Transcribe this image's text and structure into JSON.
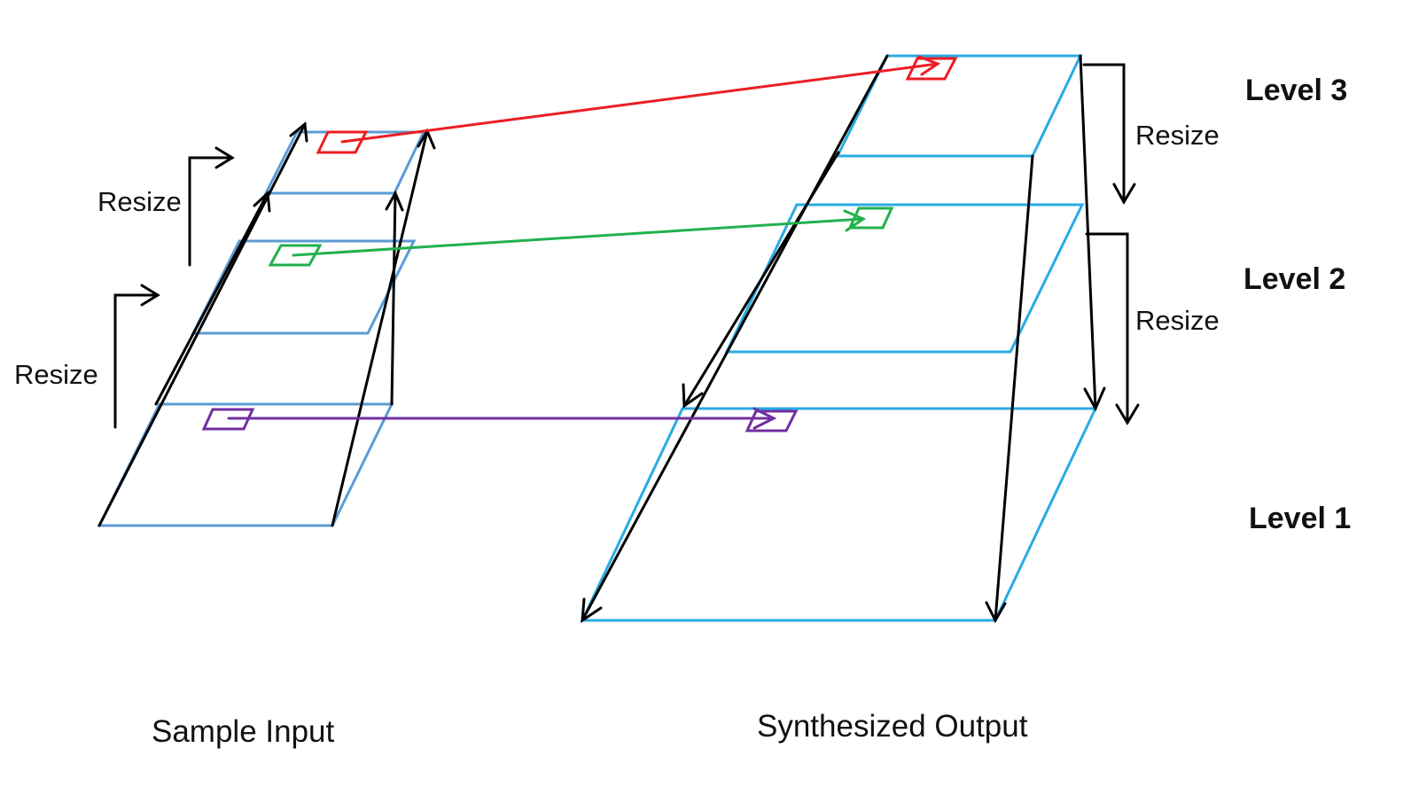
{
  "labels": {
    "resize_left_upper": "Resize",
    "resize_left_lower": "Resize",
    "resize_right_upper": "Resize",
    "resize_right_lower": "Resize",
    "level_3": "Level 3",
    "level_2": "Level 2",
    "level_1": "Level 1",
    "caption_input": "Sample Input",
    "caption_output": "Synthesized Output"
  },
  "colors": {
    "input_pyramid": "#5b9bd5",
    "output_pyramid": "#29abe2",
    "connector": "#000000",
    "level_3_patch": "#ed1c24",
    "level_2_patch": "#22b14c",
    "level_1_patch": "#7030a0"
  }
}
